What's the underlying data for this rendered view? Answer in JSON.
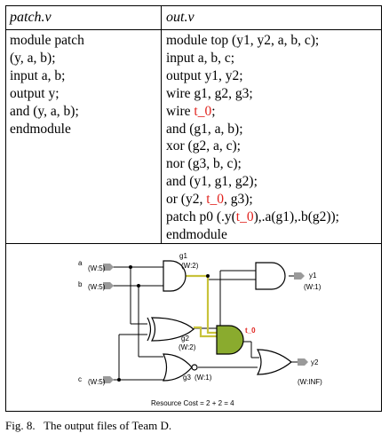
{
  "table": {
    "left_header": "patch.v",
    "right_header": "out.v",
    "patch_lines": [
      "module patch",
      "(y, a, b);",
      "input a, b;",
      "output y;",
      "and (y, a, b);",
      "endmodule"
    ],
    "out_lines": [
      [
        {
          "t": "module top (y1, y2, a, b, c);"
        }
      ],
      [
        {
          "t": "input a, b, c;"
        }
      ],
      [
        {
          "t": "output y1, y2;"
        }
      ],
      [
        {
          "t": "wire g1, g2, g3;"
        }
      ],
      [
        {
          "t": "wire "
        },
        {
          "t": "t_0",
          "red": true
        },
        {
          "t": ";"
        }
      ],
      [
        {
          "t": "and (g1, a, b);"
        }
      ],
      [
        {
          "t": "xor (g2, a, c);"
        }
      ],
      [
        {
          "t": "nor (g3, b, c);"
        }
      ],
      [
        {
          "t": "and (y1, g1, g2);"
        }
      ],
      [
        {
          "t": "or (y2, "
        },
        {
          "t": "t_0",
          "red": true
        },
        {
          "t": ", g3);"
        }
      ],
      [
        {
          "t": "patch p0 (.y("
        },
        {
          "t": "t_0",
          "red": true
        },
        {
          "t": "),.a(g1),.b(g2));"
        }
      ],
      [
        {
          "t": "endmodule"
        }
      ]
    ]
  },
  "circuit": {
    "inputs": {
      "a": {
        "name": "a",
        "width": "(W:5)"
      },
      "b": {
        "name": "b",
        "width": "(W:5)"
      },
      "c": {
        "name": "c",
        "width": "(W:5)"
      }
    },
    "gates": {
      "g1": {
        "name": "g1",
        "width": "(W:2)"
      },
      "g2": {
        "name": "g2",
        "width": "(W:2)"
      },
      "g3": {
        "name": "g3",
        "width": "(W:1)"
      },
      "t0": {
        "name": "t_0"
      }
    },
    "outputs": {
      "y1": {
        "name": "y1",
        "width": "(W:1)"
      },
      "y2": {
        "name": "y2",
        "width": "(W:INF)"
      }
    },
    "resource_cost": "Resource Cost = 2 + 2 = 4",
    "colors": {
      "highlight_wire": "#c8c23a",
      "patch_gate": "#8aab2e",
      "patch_label": "#e0201b",
      "input_port": "#9a9a9a"
    }
  },
  "caption": "Fig. 8.   The output files of Team D."
}
